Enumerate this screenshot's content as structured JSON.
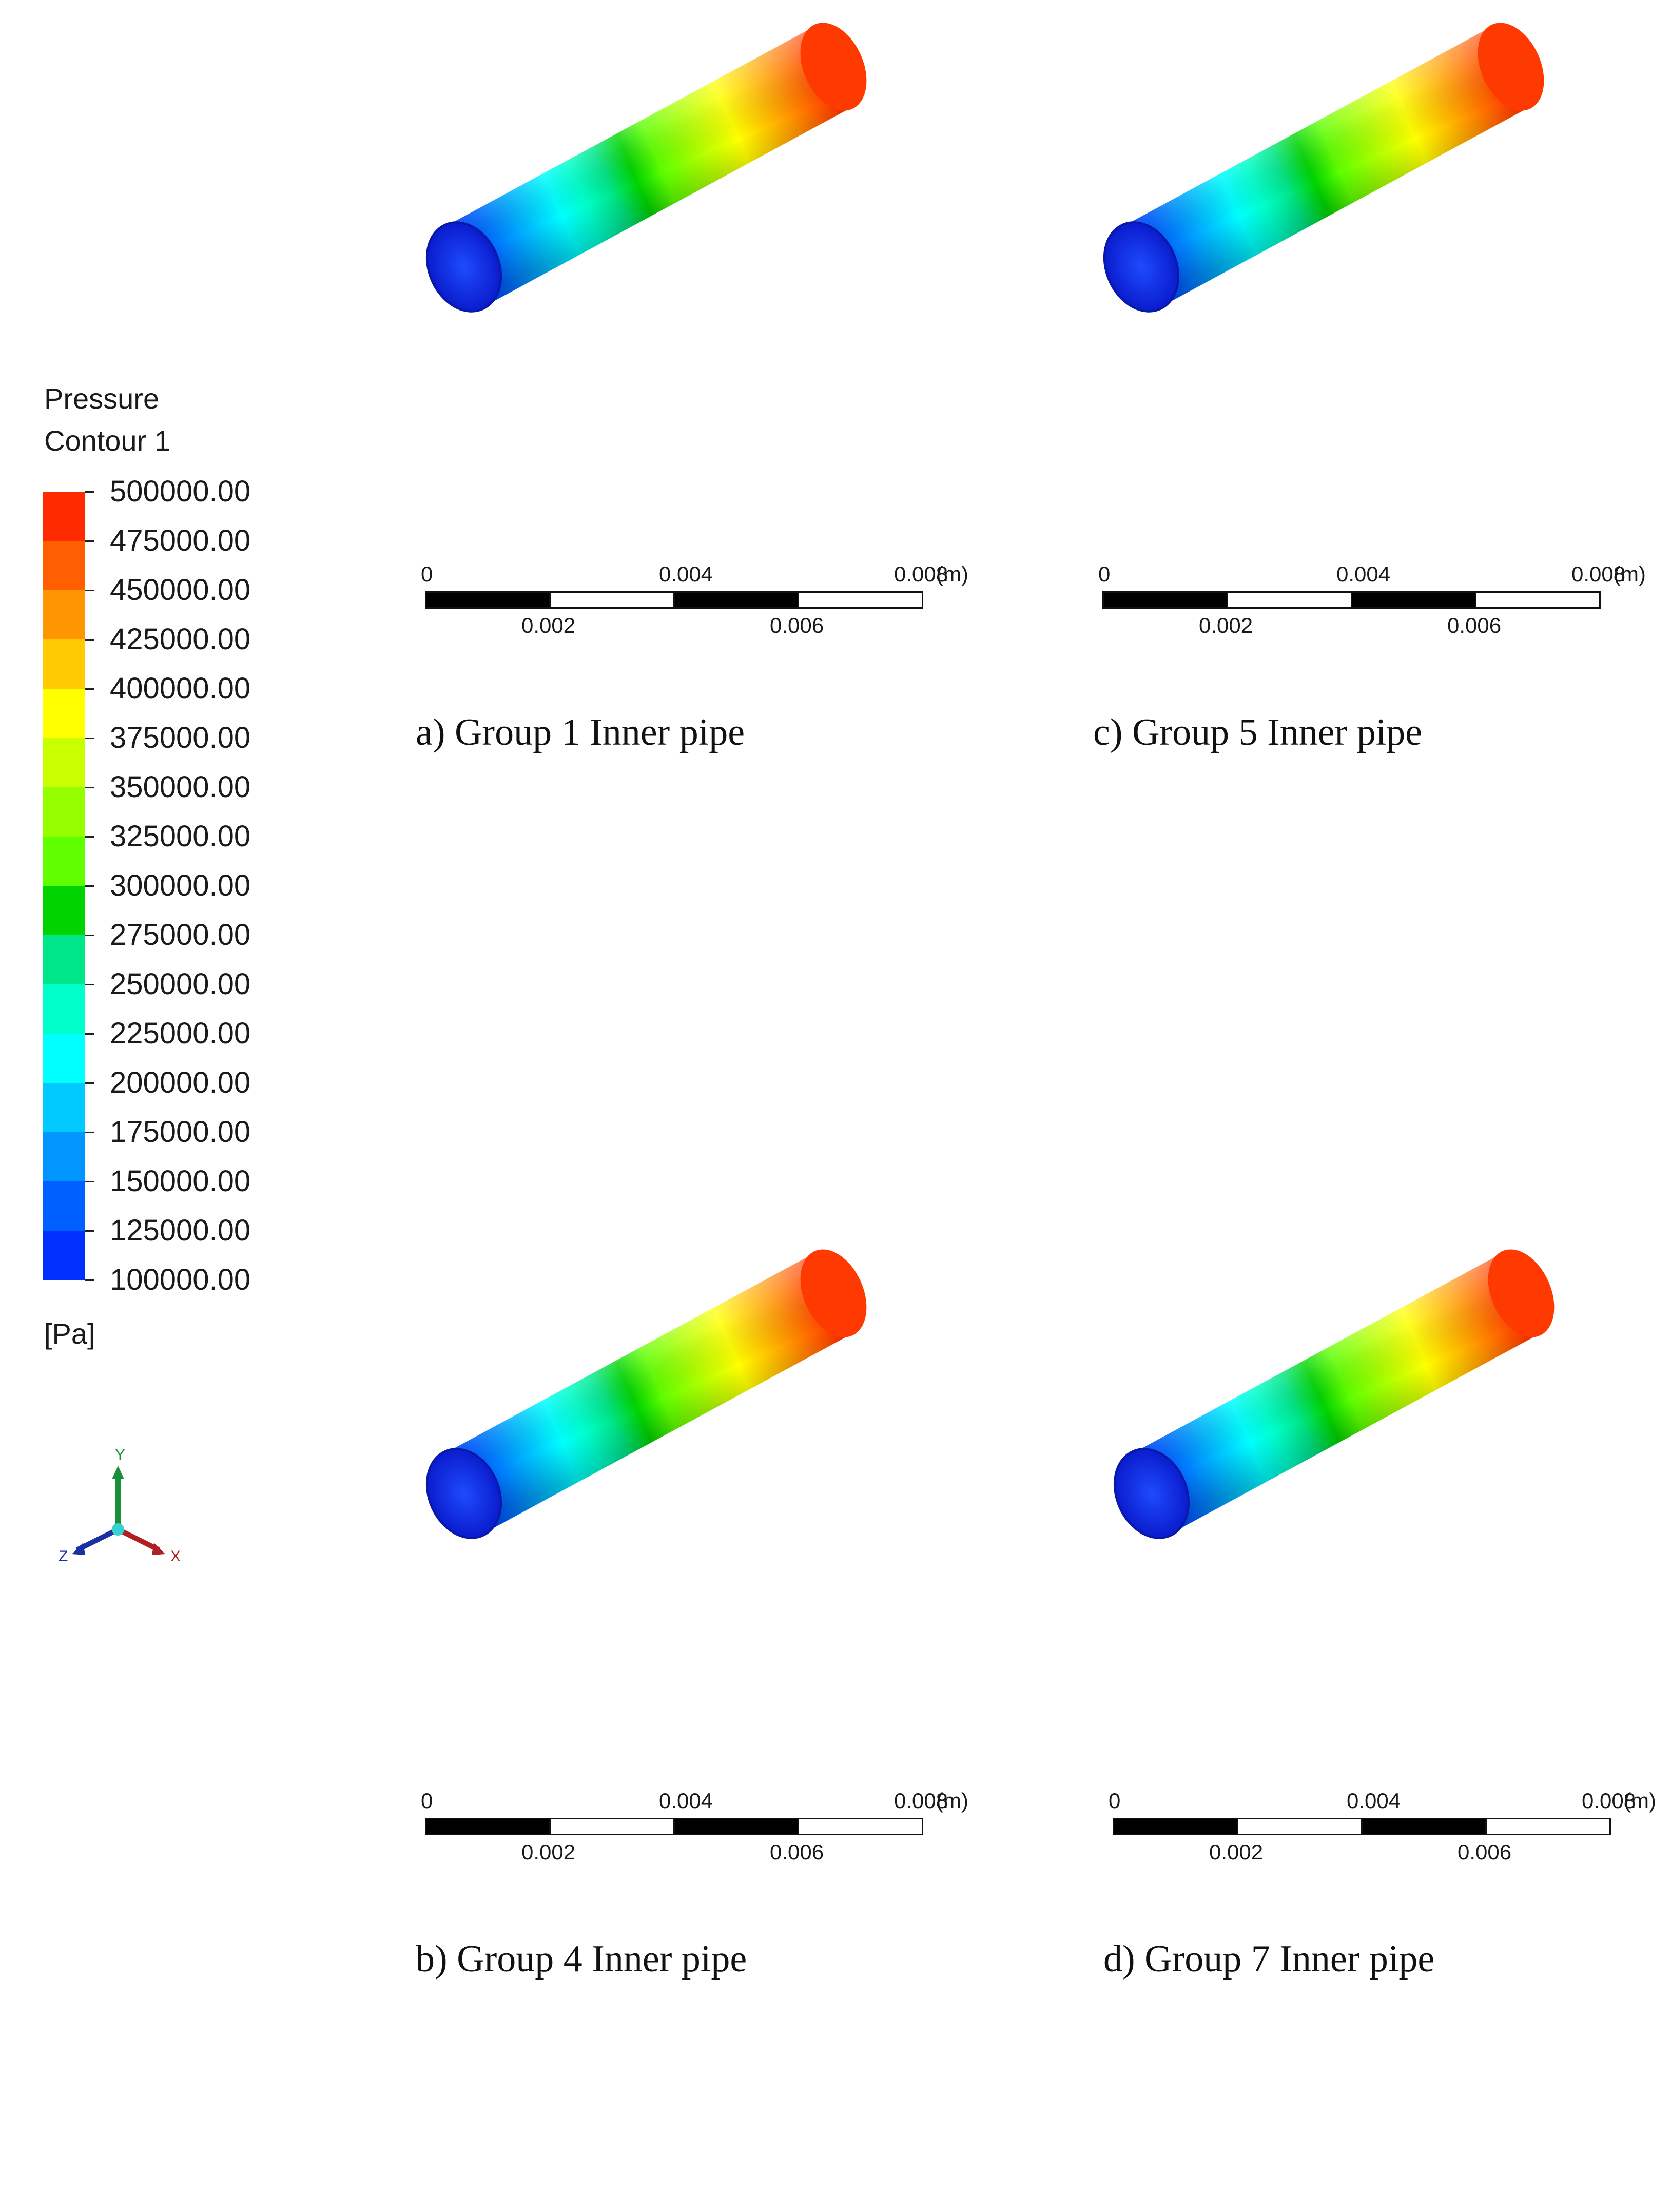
{
  "legend": {
    "title": "Pressure",
    "subtitle": "Contour 1",
    "unit": "[Pa]",
    "ticks": [
      "500000.00",
      "475000.00",
      "450000.00",
      "425000.00",
      "400000.00",
      "375000.00",
      "350000.00",
      "325000.00",
      "300000.00",
      "275000.00",
      "250000.00",
      "225000.00",
      "200000.00",
      "175000.00",
      "150000.00",
      "125000.00",
      "100000.00"
    ],
    "colors": [
      "#fe2a00",
      "#ff5f00",
      "#ff9500",
      "#ffca00",
      "#ffff00",
      "#caff00",
      "#95ff00",
      "#5fff00",
      "#00d400",
      "#00e68a",
      "#00ffca",
      "#00ffff",
      "#00caff",
      "#0095ff",
      "#005fff",
      "#0030ff"
    ]
  },
  "scalebar": {
    "top_labels": [
      "0",
      "0.004",
      "0.008"
    ],
    "bottom_labels": [
      "0.002",
      "0.006"
    ],
    "unit": "(m)"
  },
  "panels": [
    {
      "id": "a",
      "caption": "a) Group 1 Inner pipe"
    },
    {
      "id": "c",
      "caption": "c) Group 5 Inner pipe"
    },
    {
      "id": "b",
      "caption": "b) Group 4 Inner pipe"
    },
    {
      "id": "d",
      "caption": "d) Group 7 Inner pipe"
    }
  ],
  "triad": {
    "x": "X",
    "y": "Y",
    "z": "Z"
  }
}
